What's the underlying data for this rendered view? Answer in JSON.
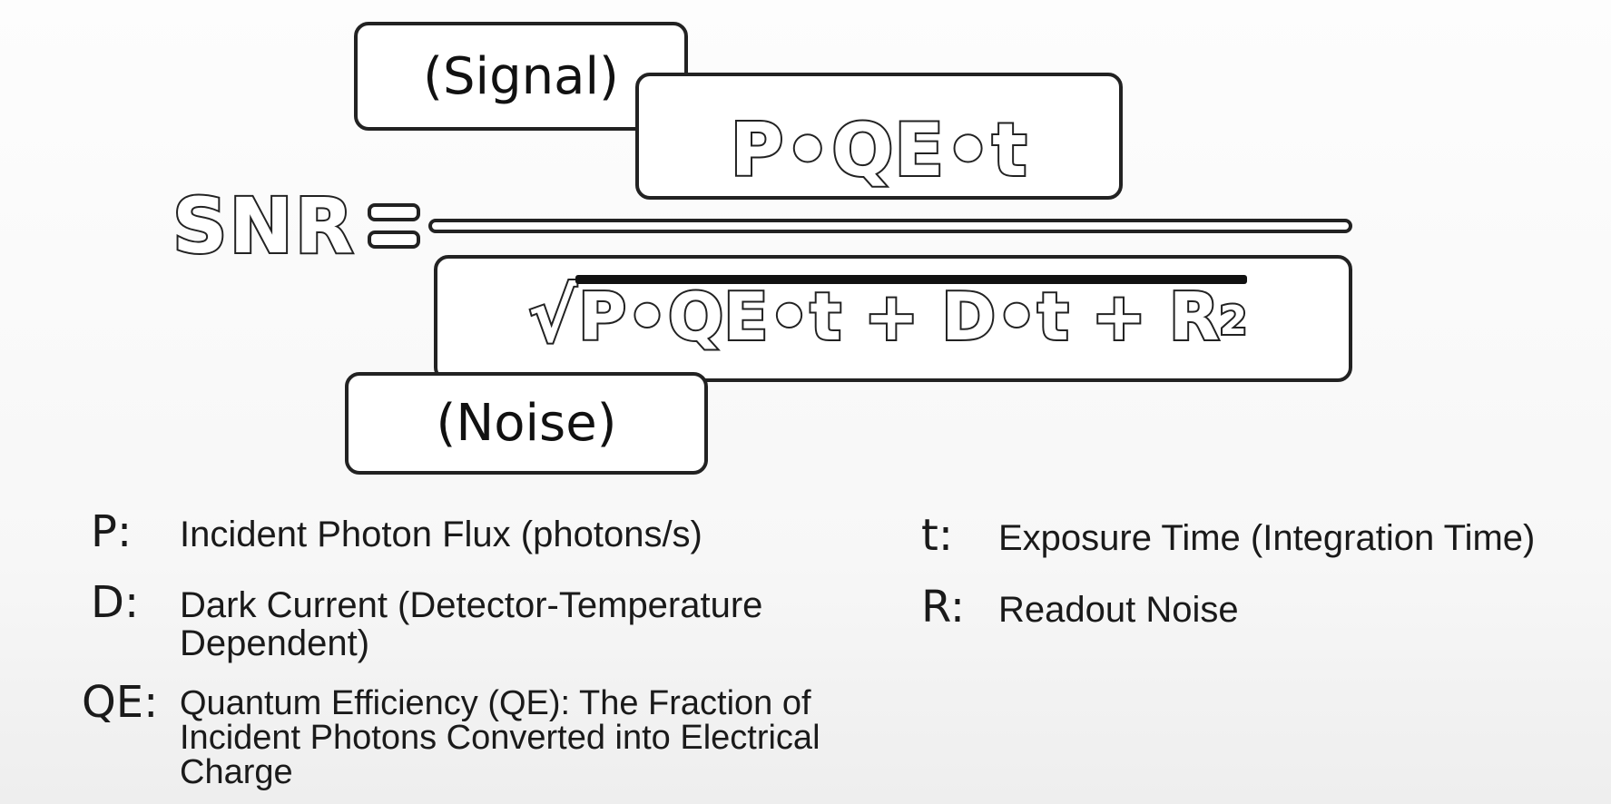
{
  "signal_label": "(Signal)",
  "noise_label": "(Noise)",
  "lhs": "SNR",
  "numerator": "P•QE•t",
  "denominator": {
    "radical": "√",
    "expression": "P•QE•t + D•t + R",
    "superscript": "2"
  },
  "legend": {
    "p": {
      "symbol": "P:",
      "description": "Incident Photon Flux (photons/s)"
    },
    "d": {
      "symbol": "D:",
      "description": "Dark Current (Detector-Temperature Dependent)"
    },
    "qe": {
      "symbol": "QE:",
      "description": "Quantum Efficiency (QE): The Fraction of Incident Photons Converted into Electrical Charge"
    },
    "t": {
      "symbol": "t:",
      "description": "Exposure Time (Integration Time)"
    },
    "r": {
      "symbol": "R:",
      "description": "Readout Noise"
    }
  }
}
